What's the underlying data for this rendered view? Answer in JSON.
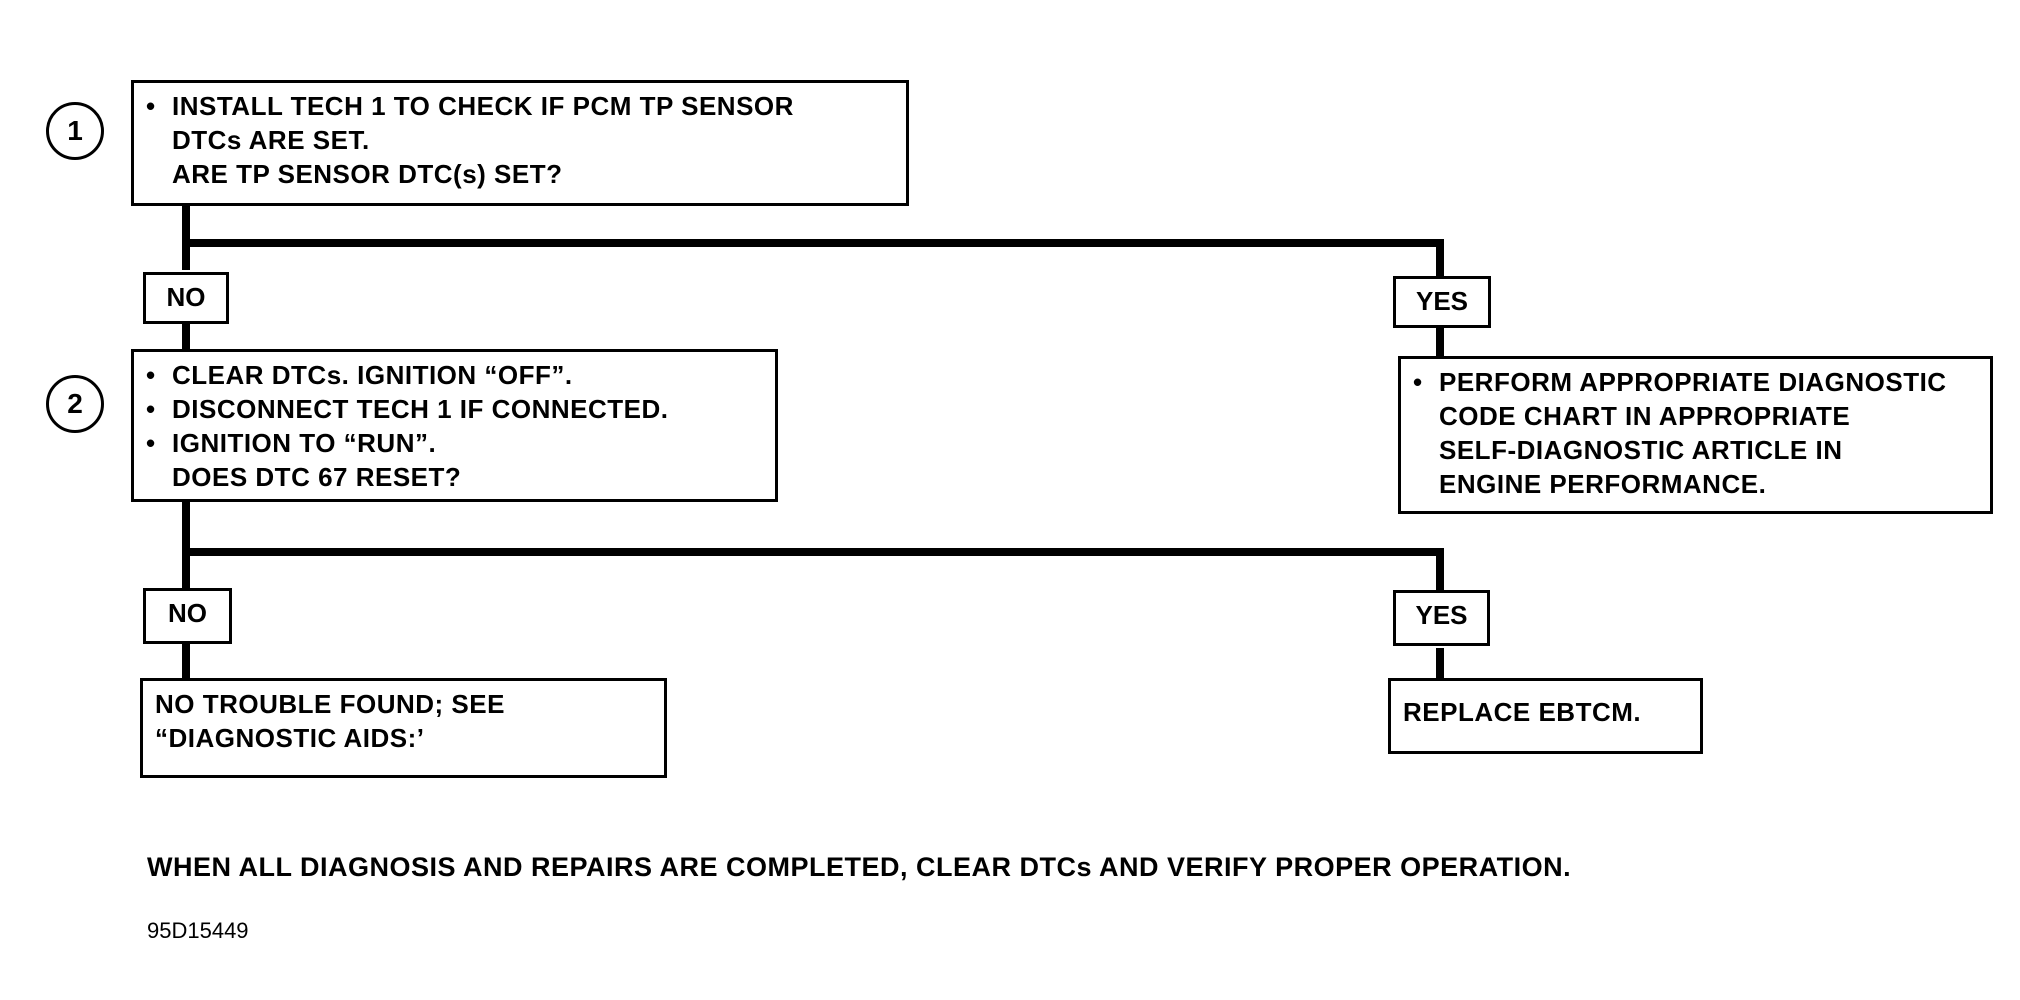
{
  "steps": [
    {
      "number": "1"
    },
    {
      "number": "2"
    }
  ],
  "box1": {
    "lines": [
      {
        "bullet": "•",
        "text": "INSTALL TECH 1 TO CHECK IF PCM TP SENSOR"
      },
      {
        "bullet": "",
        "text": "DTCs ARE SET."
      },
      {
        "bullet": "",
        "text": "ARE TP SENSOR DTC(s) SET?"
      }
    ]
  },
  "branch1": {
    "no_label": "NO",
    "yes_label": "YES"
  },
  "box2": {
    "lines": [
      {
        "bullet": "•",
        "text": "CLEAR DTCs. IGNITION “OFF”."
      },
      {
        "bullet": "•",
        "text": "DISCONNECT TECH 1 IF CONNECTED."
      },
      {
        "bullet": "•",
        "text": "IGNITION TO “RUN”."
      },
      {
        "bullet": "",
        "text": "DOES DTC 67 RESET?"
      }
    ]
  },
  "box_yes1": {
    "lines": [
      {
        "bullet": "•",
        "text": "PERFORM APPROPRIATE DIAGNOSTIC"
      },
      {
        "bullet": "",
        "text": "CODE CHART IN APPROPRIATE"
      },
      {
        "bullet": "",
        "text": "SELF-DIAGNOSTIC ARTICLE IN"
      },
      {
        "bullet": "",
        "text": "ENGINE PERFORMANCE."
      }
    ]
  },
  "branch2": {
    "no_label": "NO",
    "yes_label": "YES"
  },
  "box_no2": {
    "lines": [
      {
        "text": "NO TROUBLE FOUND; SEE"
      },
      {
        "text": "“DIAGNOSTIC AIDS:’"
      }
    ]
  },
  "box_yes2": {
    "text": "REPLACE EBTCM."
  },
  "footer": {
    "text": "WHEN ALL DIAGNOSIS AND REPAIRS ARE COMPLETED, CLEAR DTCs AND VERIFY PROPER OPERATION."
  },
  "figure_id": "95D15449"
}
